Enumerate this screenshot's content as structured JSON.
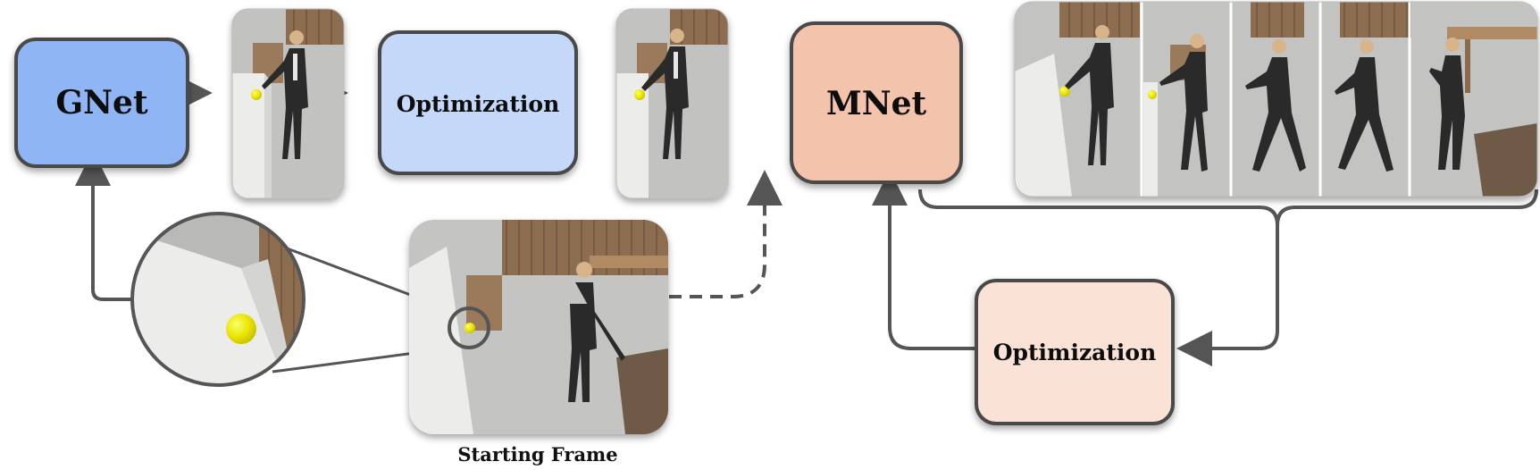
{
  "blocks": {
    "gnet": {
      "label": "GNet",
      "color": "#8fb5f4"
    },
    "optimization_top": {
      "label": "Optimization",
      "color": "#c4d8fa"
    },
    "mnet": {
      "label": "MNet",
      "color": "#f4c3ac"
    },
    "optimization_bottom": {
      "label": "Optimization",
      "color": "#fbe2d6"
    }
  },
  "captions": {
    "starting_frame": "Starting Frame"
  },
  "colors": {
    "arrow": "#555555",
    "box_border": "#4a4a4a",
    "ball": "#f2e800",
    "counter": "#efefee",
    "floor": "#bdbdbb",
    "wood": "#8a6a4c"
  },
  "icons": {
    "frame": "rendered-scene-frame",
    "ball": "yellow-ball-target",
    "human": "standing-human-figure"
  }
}
